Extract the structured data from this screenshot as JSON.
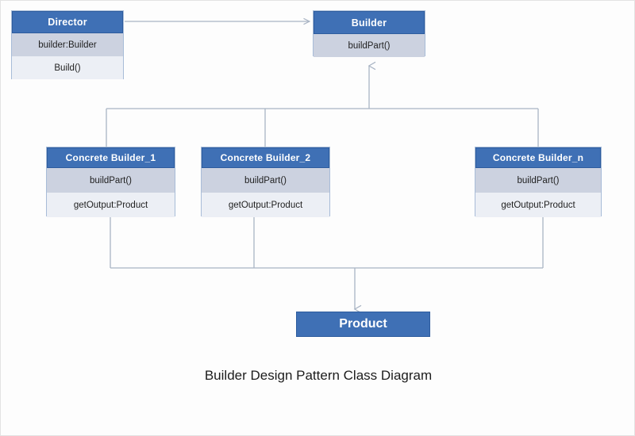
{
  "diagram": {
    "caption": "Builder Design Pattern Class Diagram",
    "type": "uml-class-diagram",
    "colors": {
      "header_fill": "#3f70b5",
      "header_stroke": "#2d5c9e",
      "compartment_shade_a": "#ccd2e0",
      "compartment_shade_b": "#eceff5",
      "class_border": "#a8bcd8",
      "connector": "#a9b4c4",
      "background": "#fdfdfd",
      "header_text": "#ffffff",
      "body_text": "#1f1f1f"
    },
    "classes": {
      "director": {
        "name": "Director",
        "attributes": [
          "builder:Builder"
        ],
        "operations": [
          "Build()"
        ]
      },
      "builder": {
        "name": "Builder",
        "operations": [
          "buildPart()"
        ]
      },
      "concrete_builder_1": {
        "name": "Concrete Builder_1",
        "operations": [
          "buildPart()",
          "getOutput:Product"
        ]
      },
      "concrete_builder_2": {
        "name": "Concrete Builder_2",
        "operations": [
          "buildPart()",
          "getOutput:Product"
        ]
      },
      "concrete_builder_n": {
        "name": "Concrete Builder_n",
        "operations": [
          "buildPart()",
          "getOutput:Product"
        ]
      },
      "product": {
        "name": "Product"
      }
    },
    "connectors": [
      {
        "name": "director-to-builder",
        "from": "Director",
        "to": "Builder",
        "kind": "association",
        "arrow": "open-right"
      },
      {
        "name": "concrete-builders-to-builder",
        "from": "Concrete Builder_1, Concrete Builder_2, Concrete Builder_n",
        "to": "Builder",
        "kind": "generalization",
        "arrow": "open-up"
      },
      {
        "name": "concrete-builders-to-product",
        "from": "Concrete Builder_1, Concrete Builder_2, Concrete Builder_n",
        "to": "Product",
        "kind": "dependency",
        "arrow": "open-down"
      }
    ]
  }
}
